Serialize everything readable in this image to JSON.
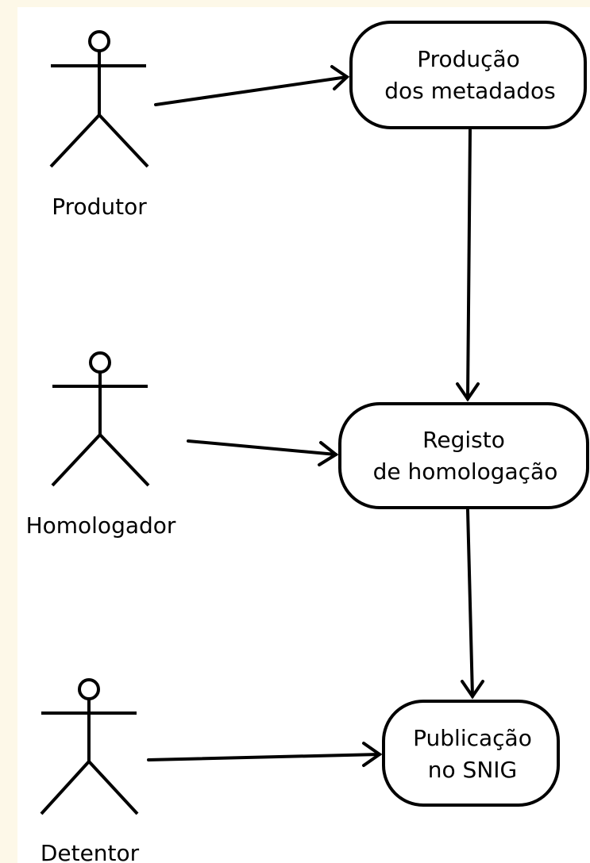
{
  "diagram": {
    "actors": [
      {
        "id": "produtor",
        "label": "Produtor"
      },
      {
        "id": "homologador",
        "label": "Homologador"
      },
      {
        "id": "detentor",
        "label": "Detentor"
      }
    ],
    "processes": [
      {
        "id": "producao",
        "lines": [
          "Produção",
          "dos metadados"
        ]
      },
      {
        "id": "registo",
        "lines": [
          "Registo",
          "de homologação"
        ]
      },
      {
        "id": "publicacao",
        "lines": [
          "Publicação",
          "no SNIG"
        ]
      }
    ],
    "connections": [
      {
        "from": "produtor",
        "to": "producao"
      },
      {
        "from": "homologador",
        "to": "registo"
      },
      {
        "from": "detentor",
        "to": "publicacao"
      },
      {
        "from": "producao",
        "to": "registo"
      },
      {
        "from": "registo",
        "to": "publicacao"
      }
    ]
  },
  "colors": {
    "stroke": "#000000",
    "fill": "#ffffff",
    "margin_tint": "#fdf8e8"
  }
}
